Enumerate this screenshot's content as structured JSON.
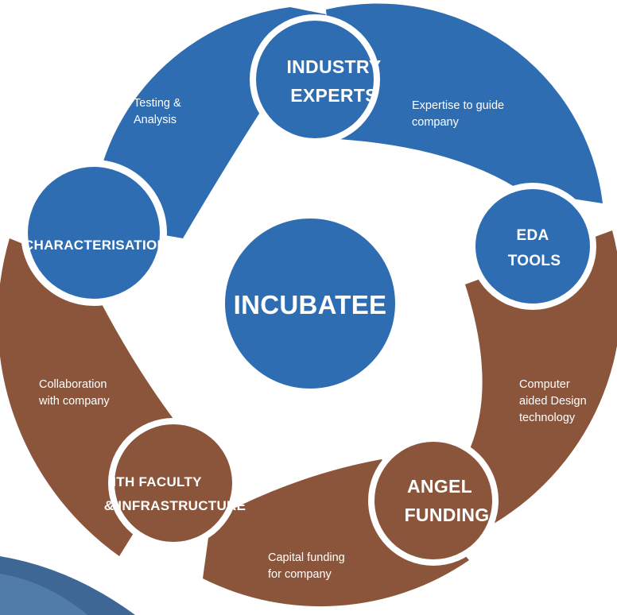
{
  "colors": {
    "blue": "#2f6db2",
    "brown": "#8a553b",
    "white": "#ffffff",
    "photo_blue": "#3f6795"
  },
  "center": {
    "label": "INCUBATEE"
  },
  "nodes": {
    "industry_experts": {
      "line1": "INDUSTRY",
      "line2": "EXPERTS"
    },
    "eda_tools": {
      "line1": "EDA",
      "line2": "TOOLS"
    },
    "angel_funding": {
      "line1": "ANGEL",
      "line2": "FUNDING"
    },
    "iith_faculty": {
      "line1": "IITH FACULTY",
      "line2": "& INFRASTRUCTURE"
    },
    "characterisation": {
      "line1": "CHARACTERISATION"
    }
  },
  "edges": {
    "expertise": {
      "line1": "Expertise to guide",
      "line2": "company"
    },
    "cad": {
      "line1": "Computer",
      "line2": "aided Design",
      "line3": "technology"
    },
    "capital": {
      "line1": "Capital funding",
      "line2": "for company"
    },
    "collaboration": {
      "line1": "Collaboration",
      "line2": "with company"
    },
    "testing": {
      "line1": "Testing &",
      "line2": "Analysis"
    }
  }
}
